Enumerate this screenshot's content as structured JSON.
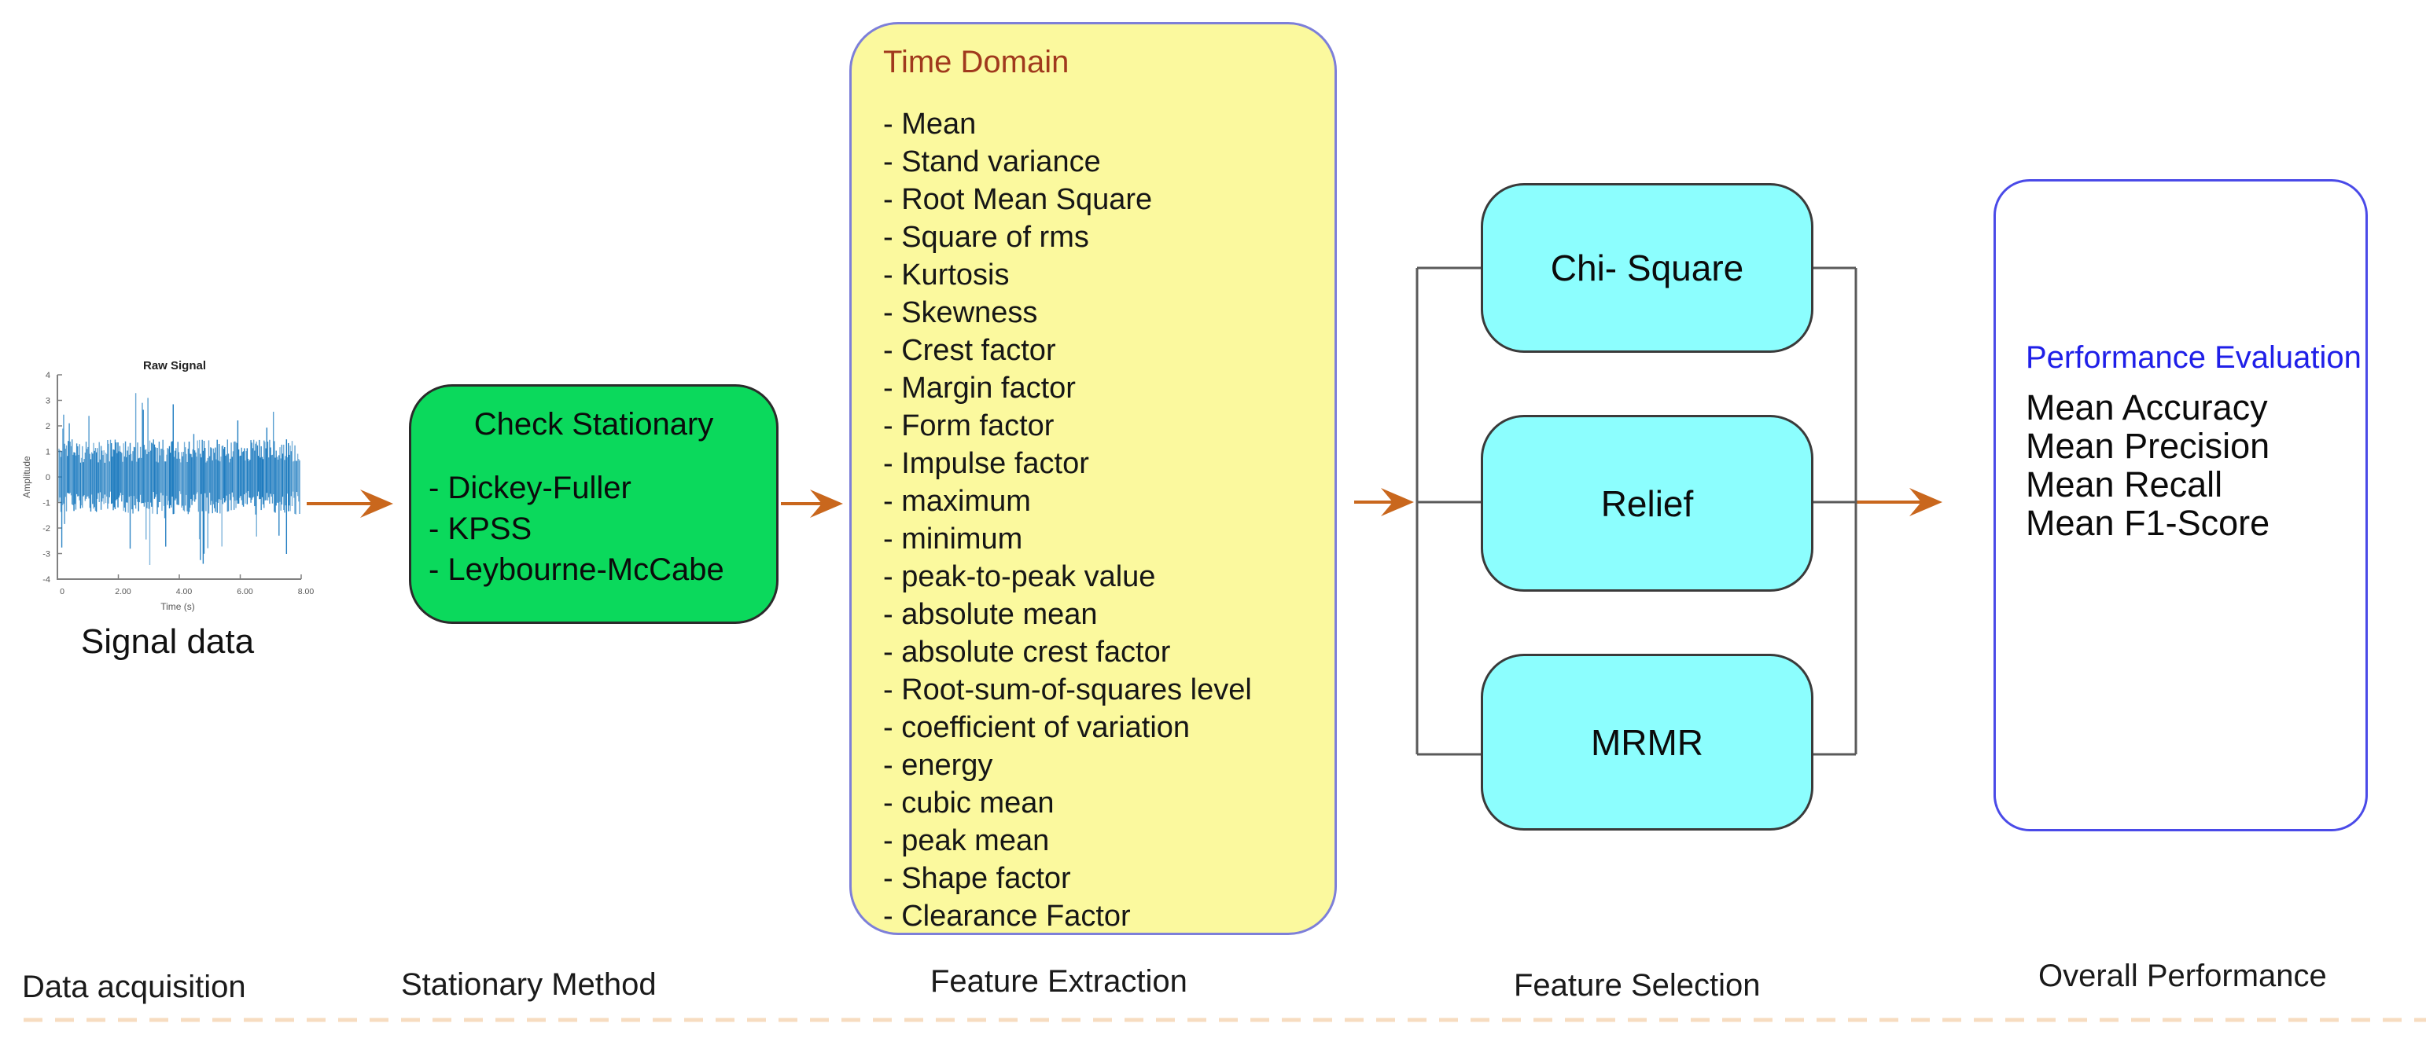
{
  "stage_labels": [
    "Data acquisition",
    "Stationary Method",
    "Feature Extraction",
    "Feature Selection",
    "Overall Performance"
  ],
  "signal": {
    "caption": "Signal data",
    "plot": {
      "title": "Raw Signal",
      "xlabel": "Time (s)",
      "ylabel": "Amplitude",
      "y_ticks": [
        "4",
        "3",
        "2",
        "1",
        "0",
        "-1",
        "-2",
        "-3",
        "-4"
      ],
      "x_ticks": [
        "0",
        "2.00",
        "4.00",
        "6.00",
        "8.00"
      ]
    }
  },
  "stationary": {
    "title": "Check Stationary",
    "items": [
      "- Dickey-Fuller",
      "- KPSS",
      "- Leybourne-McCabe"
    ]
  },
  "feature_extraction": {
    "title": "Time Domain",
    "items": [
      "- Mean",
      "- Stand variance",
      "- Root Mean Square",
      "- Square of rms",
      "- Kurtosis",
      "- Skewness",
      "- Crest factor",
      "- Margin factor",
      "- Form factor",
      "- Impulse factor",
      "- maximum",
      "- minimum",
      "- peak-to-peak value",
      "- absolute mean",
      "- absolute crest factor",
      "- Root-sum-of-squares level",
      "- coefficient of variation",
      "- energy",
      "- cubic mean",
      "- peak mean",
      "- Shape factor",
      "- Clearance Factor"
    ]
  },
  "feature_selection": {
    "boxes": [
      "Chi- Square",
      "Relief",
      "MRMR"
    ]
  },
  "performance": {
    "title": "Performance Evaluation",
    "items": [
      "Mean Accuracy",
      "Mean Precision",
      "Mean Recall",
      "Mean F1-Score"
    ]
  },
  "colors": {
    "arrow": "#C9671D",
    "green_fill": "#0BD95C",
    "yellow_fill": "#FBF99E",
    "yellow_border": "#7D7FD9",
    "cyan_fill": "#8CFEFE",
    "box_border_dark": "#2B2B2B",
    "perf_border": "#4A4AE8",
    "perf_title": "#1F1FE8",
    "time_domain_title": "#A0391D",
    "signal_blue": "#1878BE",
    "bracket": "#5A5A5A",
    "dashed_line": "#F7DCC0"
  }
}
